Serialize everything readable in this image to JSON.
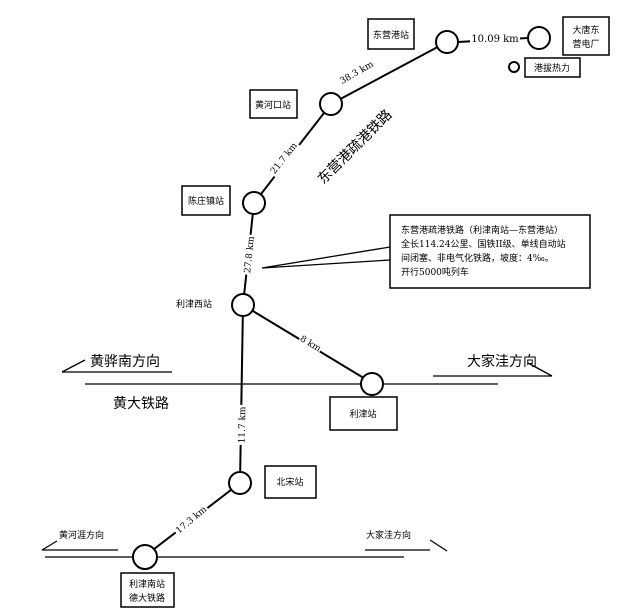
{
  "railway_name": "东营港疏港铁路",
  "stations": {
    "dongyinggang": "东营港站",
    "huanghekou": "黄河口站",
    "chenzhuangzhen": "陈庄镇站",
    "lijinxi": "利津西站",
    "lijin": "利津站",
    "beisong": "北宋站",
    "lijinnan_line1": "利津南站",
    "lijinnan_line2": "德大铁路",
    "datang_line1": "大唐东",
    "datang_line2": "营电厂",
    "gangba": "港拔热力"
  },
  "distances": {
    "d1": "10.09 km",
    "d2": "38.3 km",
    "d3": "21.7 km",
    "d4": "27.8 km",
    "d5": "8 km",
    "d6": "11.7 km",
    "d7": "17.3 km"
  },
  "callout": {
    "line1": "东营港疏港铁路（利津南站—东营港站）",
    "line2": "全长114.24公里、国铁II级、单线自动站",
    "line3": "间闭塞、非电气化铁路，坡度：4‰。",
    "line4": "开行5000吨列车"
  },
  "lines": {
    "huangda": "黄大铁路",
    "mid_left_direction": "黄骅南方向",
    "mid_right_direction": "大家洼方向",
    "bottom_left_direction": "黄河涯方向",
    "bottom_right_direction": "大家洼方向"
  }
}
